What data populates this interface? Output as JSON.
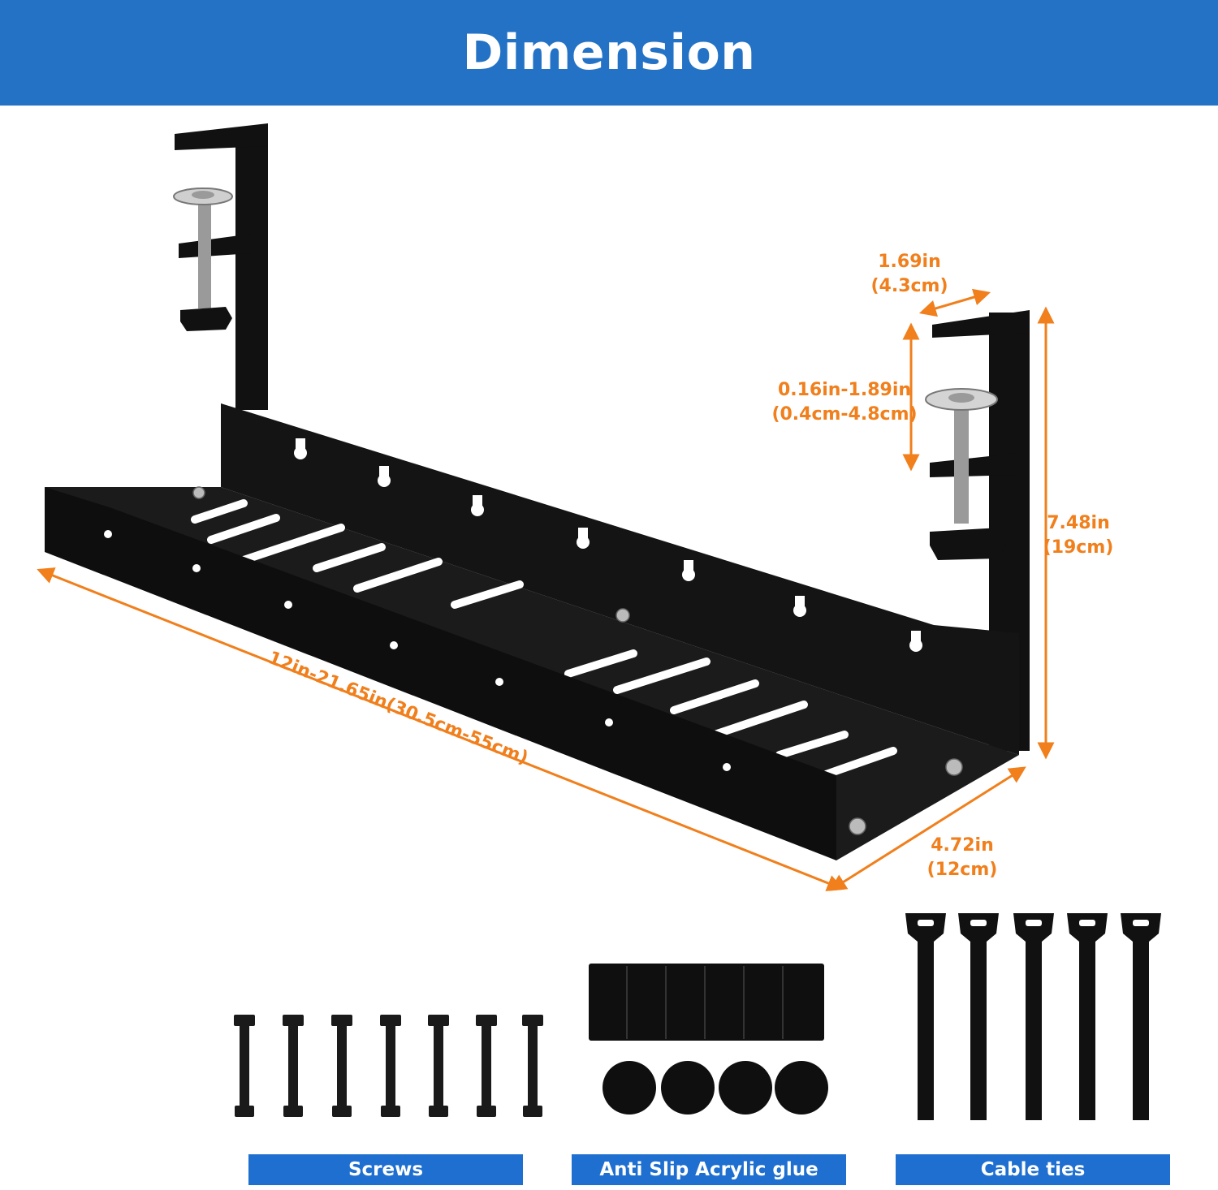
{
  "header": {
    "title": "Dimension"
  },
  "dimensions": {
    "hook_width": {
      "imperial": "1.69in",
      "metric": "(4.3cm)"
    },
    "clamp_range": {
      "imperial": "0.16in-1.89in",
      "metric": "(0.4cm-4.8cm)"
    },
    "height": {
      "imperial": "7.48in",
      "metric": "(19cm)"
    },
    "length": "12in-21.65in(30.5cm-55cm)",
    "depth": {
      "imperial": "4.72in",
      "metric": "(12cm)"
    }
  },
  "accessories": {
    "screws_label": "Screws",
    "glue_label": "Anti Slip Acrylic glue",
    "ties_label": "Cable ties"
  },
  "colors": {
    "banner": "#2372c5",
    "dimension_text": "#f07f1c",
    "product": "#111111",
    "label_bar": "#1f6fd0"
  }
}
